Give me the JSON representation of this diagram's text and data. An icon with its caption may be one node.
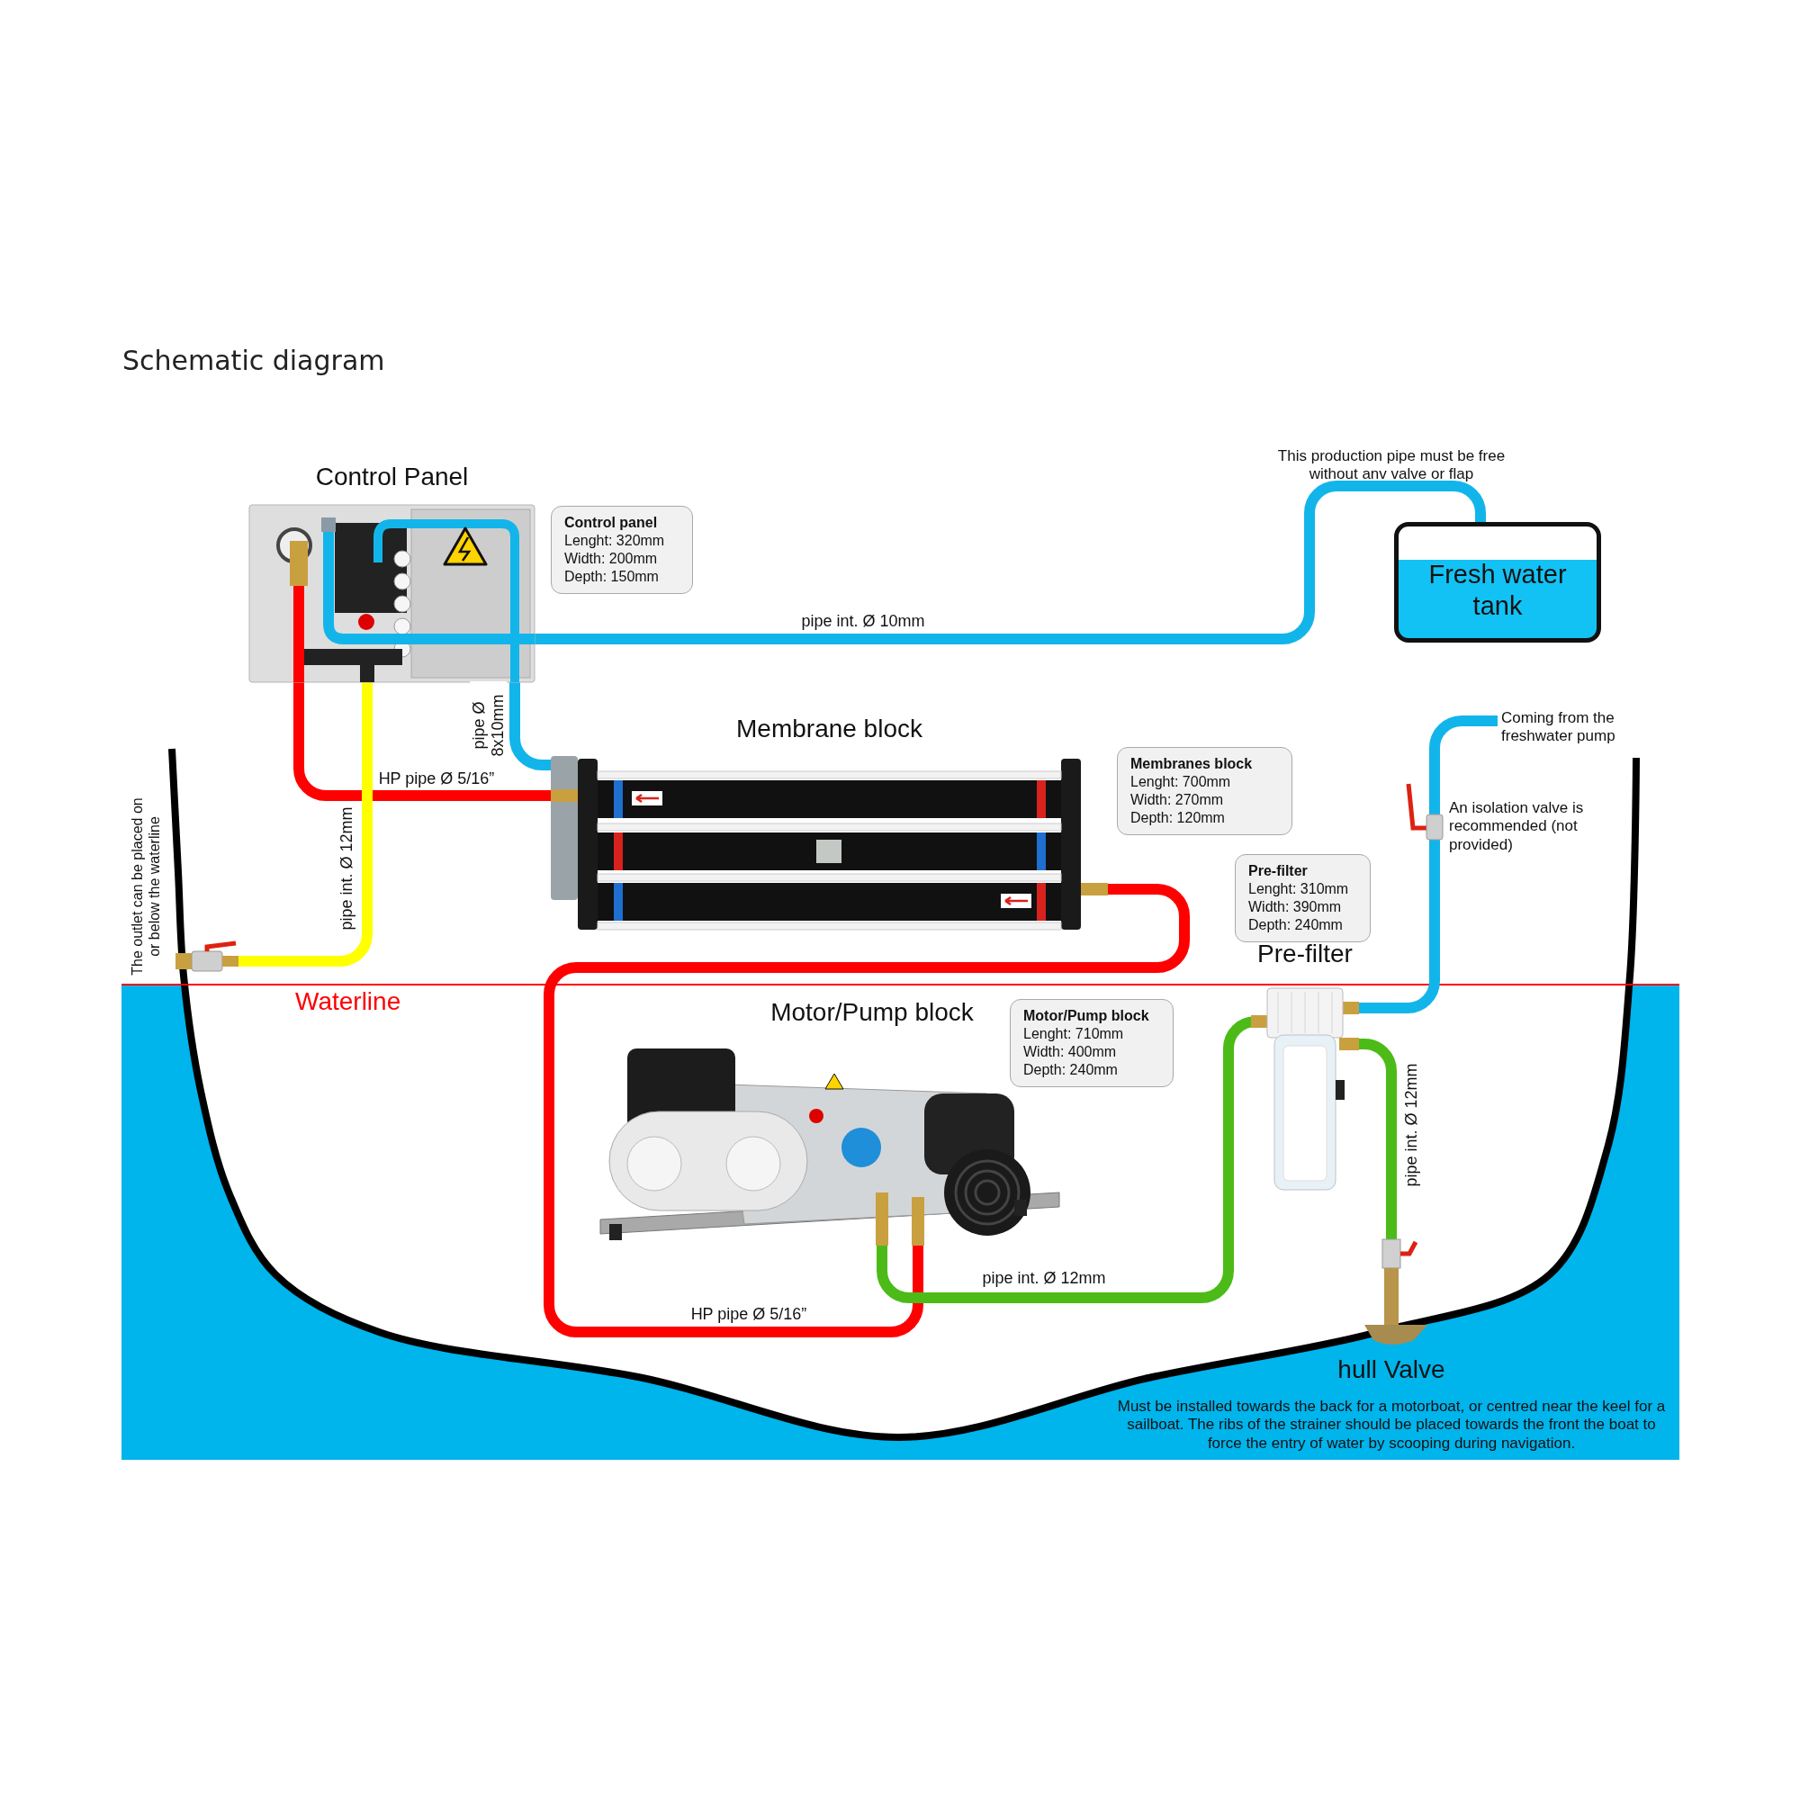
{
  "diagram": {
    "title": "Schematic diagram",
    "nodes": [
      {
        "text": [
          "Control Panel"
        ]
      },
      {
        "text": [
          "Control panel",
          "Lenght: 320mm Width: 200mm Depth: 150mm"
        ]
      },
      {
        "text": [
          "Fresh water tank"
        ]
      },
      {
        "text": [
          "Membrane block"
        ]
      },
      {
        "text": [
          "Membranes block",
          "Lenght: 700mm Width: 270mm Depth: 120mm"
        ]
      },
      {
        "text": [
          "Pre-filter",
          "Lenght: 310mm Width: 390mm Depth: 240mm"
        ]
      },
      {
        "text": [
          "Pre-filter"
        ]
      },
      {
        "text": [
          "Motor/Pump block"
        ]
      },
      {
        "text": [
          "Motor/Pump block",
          "Lenght: 710mm Width: 400mm Depth: 240mm"
        ]
      },
      {
        "text": [],
        "shape": "picture",
        "beside": [
          "The outlet can be placed on or below the waterline"
        ]
      },
      {
        "text": [
          "Coming from the freshwater pump"
        ]
      },
      {
        "text": [
          "hull Valve"
        ],
        "beside": [
          "Must be installed towards the back for a motorboat, or centred near the keel for a sailboat. The ribs of the strainer should be placed towards the front the boat to force the entry of water by scooping during navigation."
        ]
      }
    ],
    "edges": [
      {
        "from": 0,
        "to": 2,
        "arrow": "none",
        "label": "pipe int. Ø 10mm",
        "color": "#12b5ea"
      },
      {
        "from": 0,
        "to": 3,
        "arrow": "none",
        "label": "pipe Ø 8x10mm",
        "color": "#12b5ea"
      },
      {
        "from": 0,
        "to": 3,
        "arrow": "none",
        "label": "HP pipe Ø 5/16”",
        "color": "#ff0000"
      },
      {
        "from": 0,
        "to": 9,
        "arrow": "none",
        "label": "pipe int. Ø 12mm",
        "color": "#ffff00"
      },
      {
        "from": 3,
        "to": 7,
        "arrow": "none",
        "label": "HP pipe Ø 5/16”",
        "color": "#ff0000"
      },
      {
        "from": 7,
        "to": 6,
        "arrow": "none",
        "label": "pipe int. Ø 12mm",
        "color": "#4cbb17"
      },
      {
        "from": 6,
        "to": 11,
        "arrow": "none",
        "label": "pipe int. Ø 12mm",
        "color": "#4cbb17"
      },
      {
        "from": 10,
        "to": 6,
        "arrow": "none",
        "color": "#12b5ea"
      }
    ],
    "labels": [
      "This production pipe must be free without anv valve or flap",
      "An isolation valve is recommended (not provided)",
      "Waterline"
    ]
  }
}
